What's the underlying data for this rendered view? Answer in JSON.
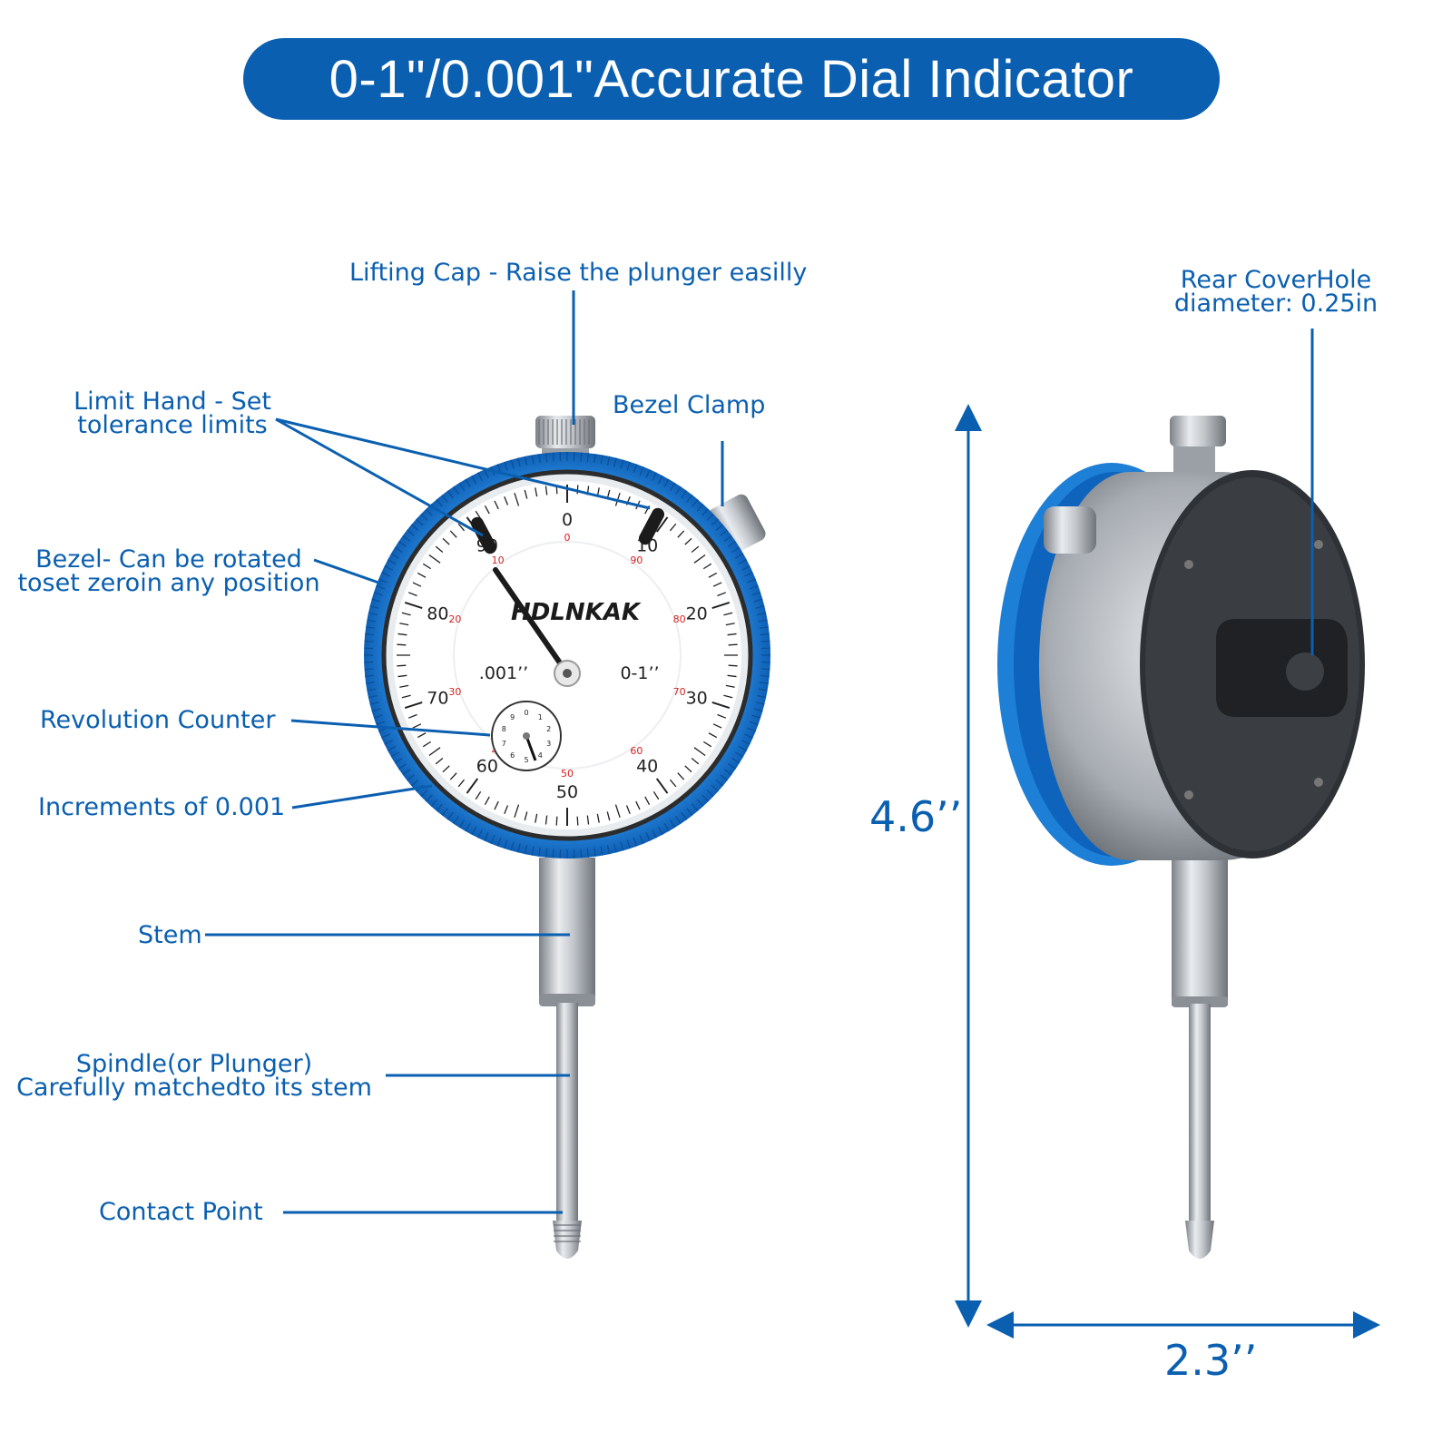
{
  "header": {
    "title": "0-1\"/0.001\"Accurate Dial Indicator"
  },
  "colors": {
    "accent": "#0a5fb0",
    "bezel": "#1d7fd6",
    "metal": "#b8bcc2",
    "face": "#ffffff",
    "red_scale": "#d62020"
  },
  "labels": {
    "lifting_cap": "Lifting Cap - Raise the plunger easilly",
    "limit_hand_1": "Limit Hand - Set",
    "limit_hand_2": "tolerance limits",
    "bezel_clamp": "Bezel Clamp",
    "bezel_1": "Bezel- Can be rotated",
    "bezel_2": "toset zeroin any position",
    "revolution_counter": "Revolution Counter",
    "increments": "Increments of 0.001",
    "stem": "Stem",
    "spindle_1": "Spindle(or Plunger)",
    "spindle_2": "Carefully matchedto its stem",
    "contact_point": "Contact Point",
    "rear_cover_1": "Rear CoverHole",
    "rear_cover_2": "diameter: 0.25in"
  },
  "dimensions": {
    "height": "4.6’’",
    "width": "2.3’’"
  },
  "dial": {
    "brand": "HDLNKAK",
    "resolution": ".001’’",
    "range": "0-1’’",
    "black_numbers": [
      "0",
      "10",
      "20",
      "30",
      "40",
      "50",
      "60",
      "70",
      "80",
      "90"
    ],
    "red_numbers": [
      "0",
      "90",
      "80",
      "70",
      "60",
      "50",
      "40",
      "30",
      "20",
      "10"
    ],
    "counter_numbers": [
      "0",
      "1",
      "2",
      "3",
      "4",
      "5",
      "6",
      "7",
      "8",
      "9"
    ]
  }
}
